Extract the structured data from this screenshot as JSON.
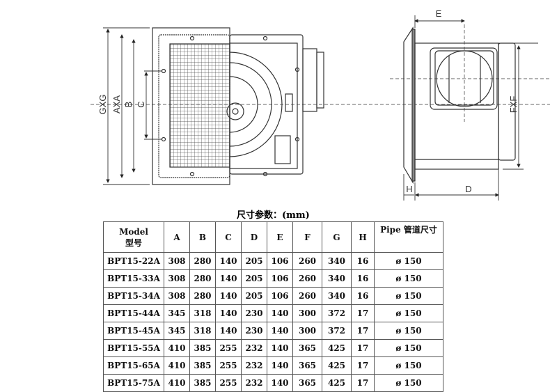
{
  "drawing": {
    "left_labels": {
      "g": "GXG",
      "a": "AXA",
      "b": "B",
      "c": "C"
    },
    "right_labels": {
      "e": "E",
      "f": "FXF",
      "h": "H",
      "d": "D"
    }
  },
  "table": {
    "title": "尺寸参数：(mm)",
    "headers": {
      "model": "Model",
      "model_cn": "型号",
      "a": "A",
      "b": "B",
      "c": "C",
      "d": "D",
      "e": "E",
      "f": "F",
      "g": "G",
      "h": "H",
      "pipe": "Pipe 管道尺寸"
    },
    "rows": [
      [
        "BPT15-22A",
        "308",
        "280",
        "140",
        "205",
        "106",
        "260",
        "340",
        "16",
        "ø 150"
      ],
      [
        "BPT15-33A",
        "308",
        "280",
        "140",
        "205",
        "106",
        "260",
        "340",
        "16",
        "ø 150"
      ],
      [
        "BPT15-34A",
        "308",
        "280",
        "140",
        "205",
        "106",
        "260",
        "340",
        "16",
        "ø 150"
      ],
      [
        "BPT15-44A",
        "345",
        "318",
        "140",
        "230",
        "140",
        "300",
        "372",
        "17",
        "ø 150"
      ],
      [
        "BPT15-45A",
        "345",
        "318",
        "140",
        "230",
        "140",
        "300",
        "372",
        "17",
        "ø 150"
      ],
      [
        "BPT15-55A",
        "410",
        "385",
        "255",
        "232",
        "140",
        "365",
        "425",
        "17",
        "ø 150"
      ],
      [
        "BPT15-65A",
        "410",
        "385",
        "255",
        "232",
        "140",
        "365",
        "425",
        "17",
        "ø 150"
      ],
      [
        "BPT15-75A",
        "410",
        "385",
        "255",
        "232",
        "140",
        "365",
        "425",
        "17",
        "ø 150"
      ]
    ]
  }
}
